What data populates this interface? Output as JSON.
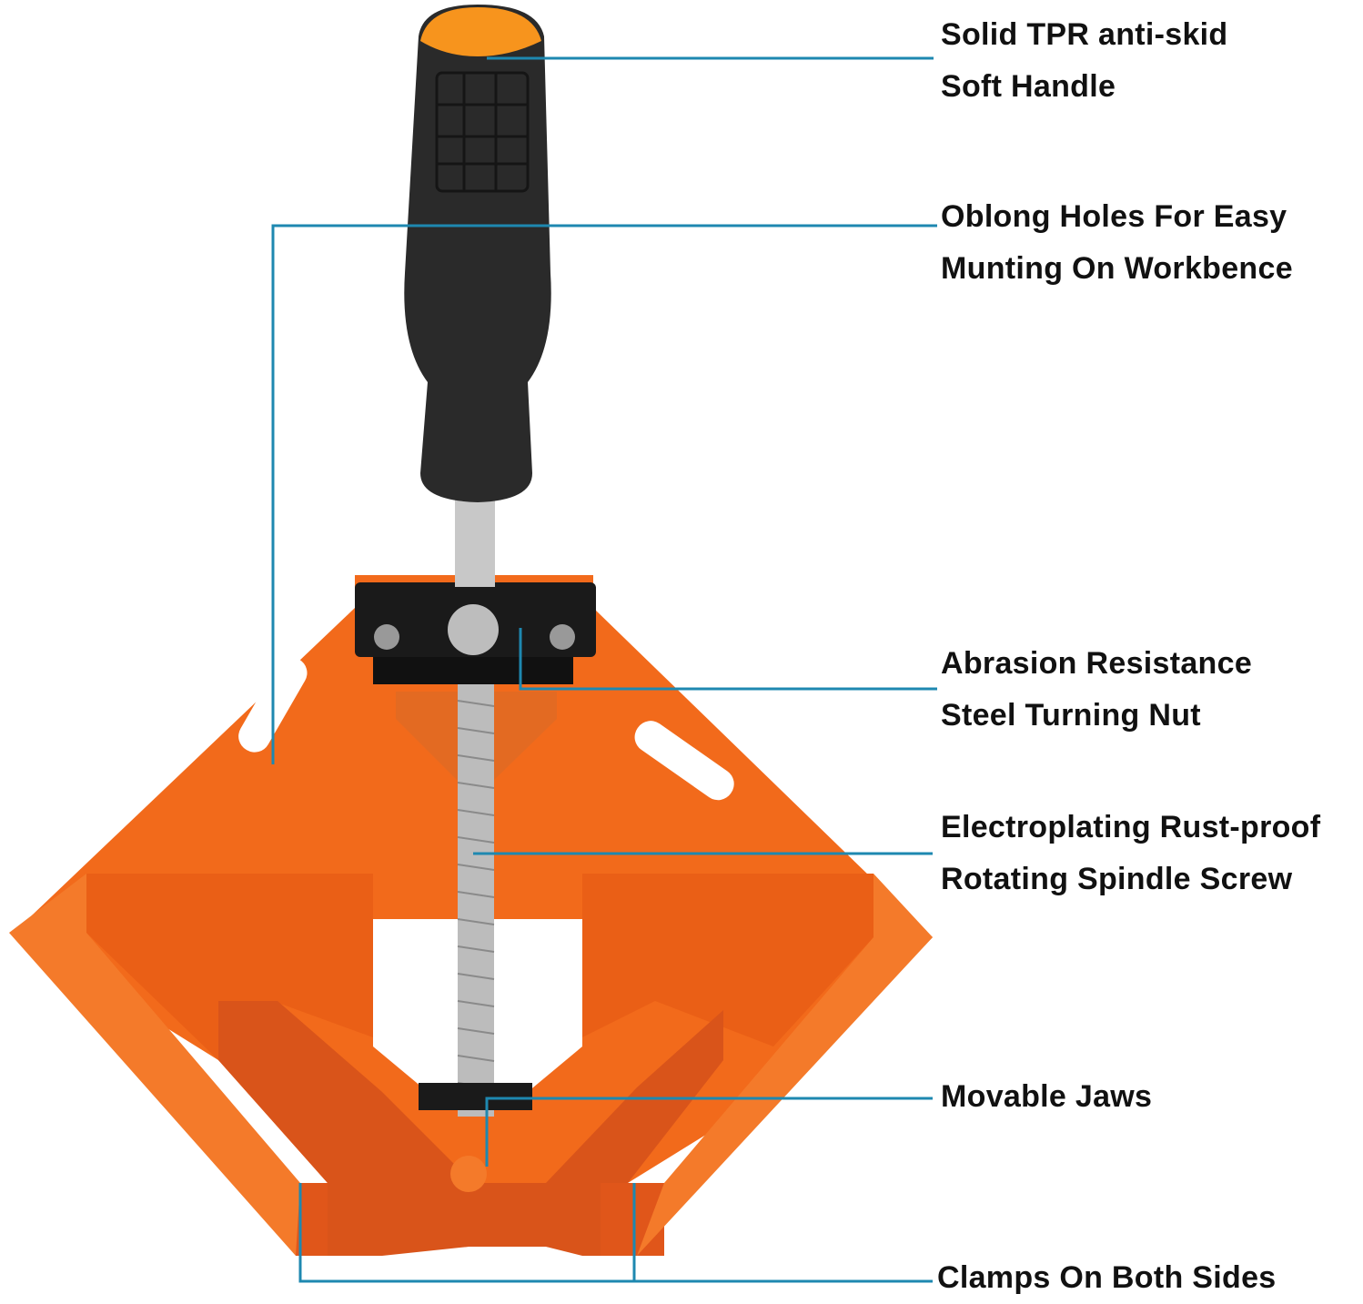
{
  "callouts": [
    {
      "line1": "Solid TPR anti-skid",
      "line2": "Soft Handle"
    },
    {
      "line1": "Oblong Holes For Easy",
      "line2": "Munting On Workbence"
    },
    {
      "line1": "Abrasion Resistance",
      "line2": "Steel Turning Nut"
    },
    {
      "line1": "Electroplating Rust-proof",
      "line2": "Rotating Spindle Screw"
    },
    {
      "line1": "Movable Jaws"
    },
    {
      "line1": "Clamps On Both Sides"
    }
  ],
  "colors": {
    "callout_line": "#1e88b0",
    "clamp_body": "#f26a1b",
    "clamp_shade": "#d9541a",
    "handle": "#2a2a2a",
    "handle_accent": "#f7941d",
    "screw": "#c8c8c8"
  }
}
